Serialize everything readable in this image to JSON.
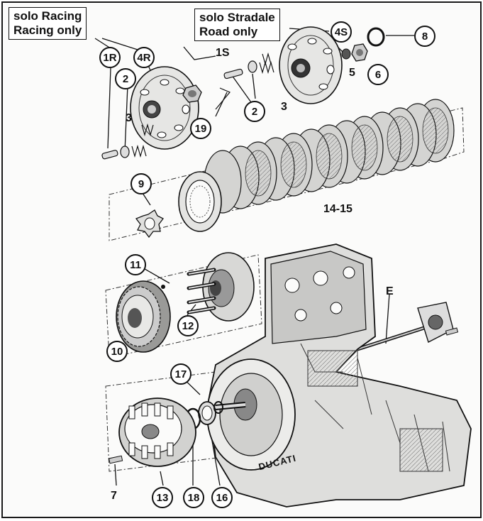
{
  "labels": {
    "racing": {
      "line1": "solo Racing",
      "line2": "Racing only"
    },
    "road": {
      "line1": "solo Stradale",
      "line2": "Road only"
    }
  },
  "callouts": {
    "c1R": "1R",
    "c4R": "4R",
    "c2a": "2",
    "c3a": "3",
    "c19": "19",
    "c2b": "2",
    "c4S": "4S",
    "c6": "6",
    "c8": "8",
    "c9": "9",
    "c11": "11",
    "c12": "12",
    "c10": "10",
    "c17": "17",
    "c13": "13",
    "c18": "18",
    "c16": "16"
  },
  "plain": {
    "p1S": "1S",
    "p3b": "3",
    "p5": "5",
    "p14": "14-15",
    "pE": "E",
    "p7": "7"
  },
  "engine_brand": "DUCATI"
}
